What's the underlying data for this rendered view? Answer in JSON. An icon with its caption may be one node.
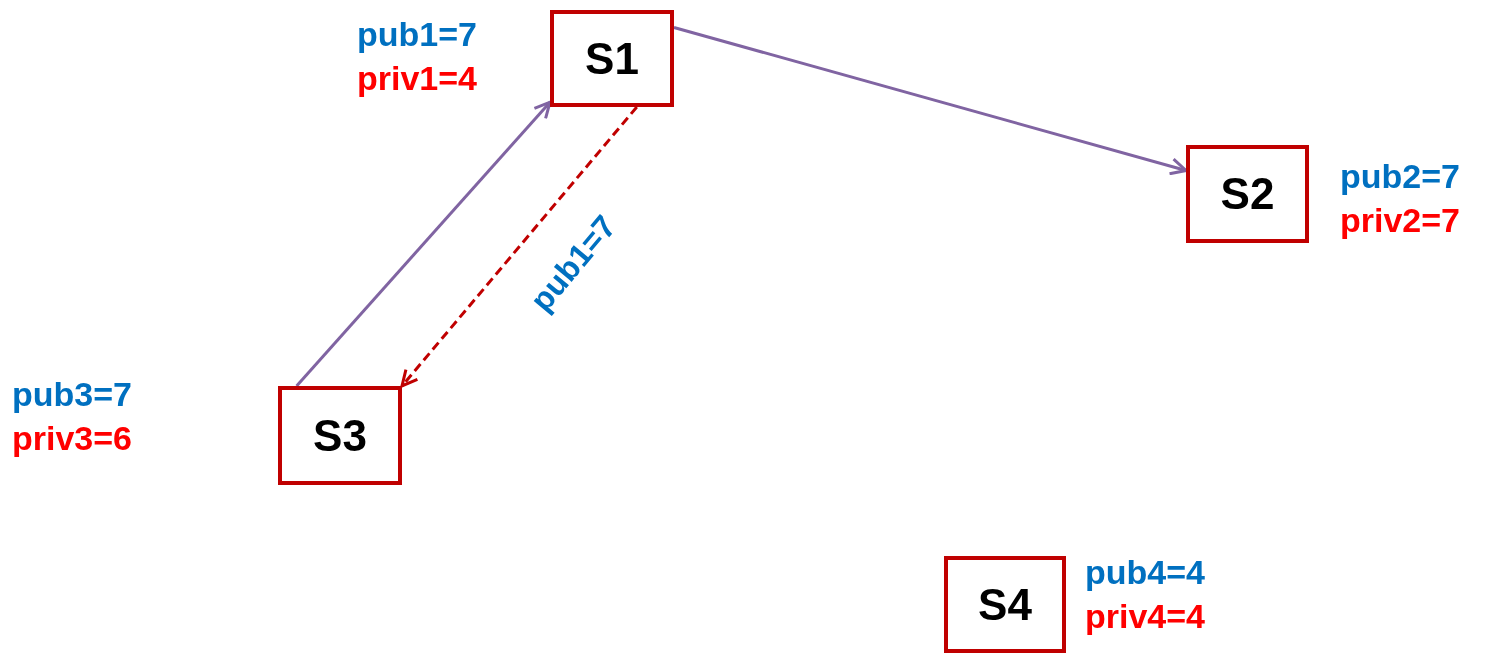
{
  "diagram": {
    "nodes": [
      {
        "text": [
          "S1"
        ],
        "beside": [
          "pub1=7",
          "priv1=4"
        ]
      },
      {
        "text": [
          "S2"
        ],
        "beside": [
          "pub2=7",
          "priv2=7"
        ]
      },
      {
        "text": [
          "S3"
        ],
        "beside": [
          "pub3=7",
          "priv3=6"
        ]
      },
      {
        "text": [
          "S4"
        ],
        "beside": [
          "pub4=4",
          "priv4=4"
        ]
      }
    ],
    "edges": [
      {
        "from": 0,
        "to": 1,
        "arrow": "to"
      },
      {
        "from": 2,
        "to": 0,
        "arrow": "to"
      },
      {
        "from": 0,
        "to": 2,
        "arrow": "to",
        "label": "pub1=7",
        "style": "dashed",
        "color": "#c00000"
      }
    ]
  }
}
